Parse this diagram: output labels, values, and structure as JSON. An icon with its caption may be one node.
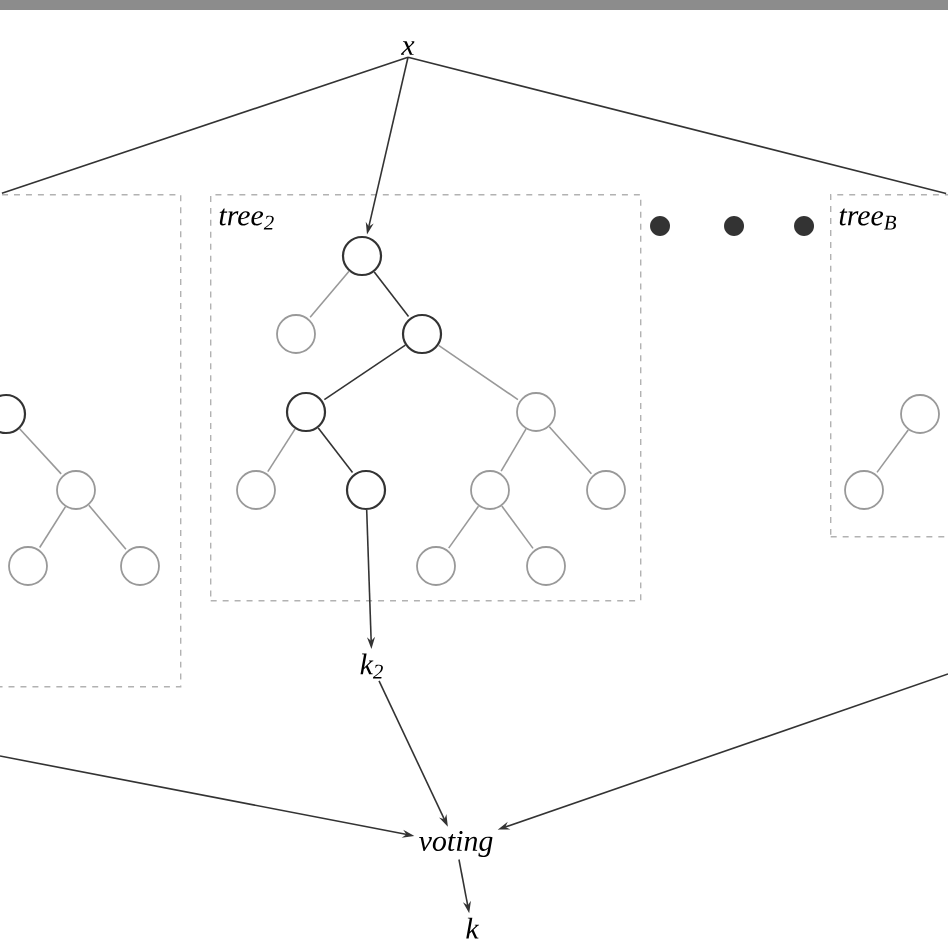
{
  "diagram": {
    "nodes": [
      {
        "text": [
          "x"
        ]
      },
      {
        "text": [],
        "shape": "box"
      },
      {
        "text": [],
        "shape": "circle",
        "in": 1
      },
      {
        "text": [],
        "shape": "circle",
        "in": 1
      },
      {
        "text": [],
        "shape": "circle",
        "in": 1
      },
      {
        "text": [],
        "shape": "circle",
        "in": 1
      },
      {
        "text": [
          "tree$_{2}$"
        ]
      },
      {
        "text": [],
        "shape": "circle",
        "in": 6
      },
      {
        "text": [],
        "shape": "circle",
        "in": 6
      },
      {
        "text": [],
        "shape": "circle",
        "in": 6
      },
      {
        "text": [],
        "shape": "circle",
        "in": 6
      },
      {
        "text": [],
        "shape": "circle",
        "in": 6
      },
      {
        "text": [],
        "shape": "circle",
        "in": 6
      },
      {
        "text": [],
        "shape": "circle",
        "in": 6
      },
      {
        "text": [],
        "shape": "circle",
        "in": 6
      },
      {
        "text": [],
        "shape": "circle",
        "in": 6
      },
      {
        "text": [],
        "shape": "circle",
        "in": 6
      },
      {
        "text": [],
        "shape": "circle",
        "in": 6
      },
      {
        "text": [
          "tree$_{B}$"
        ]
      },
      {
        "text": [],
        "shape": "circle",
        "in": 18
      },
      {
        "text": [],
        "shape": "circle",
        "in": 18
      },
      {
        "text": [
          "k$_{2}$"
        ]
      },
      {
        "text": [
          "voting"
        ]
      },
      {
        "text": [
          "k"
        ]
      }
    ],
    "edges": [
      {
        "from": 0,
        "to": 1,
        "arrow": "none",
        "color": "#333333"
      },
      {
        "from": 0,
        "to": 18,
        "arrow": "none",
        "color": "#333333"
      },
      {
        "from": 0,
        "to": 7,
        "arrow": "to",
        "color": "#333333"
      },
      {
        "from": 2,
        "to": 3,
        "arrow": "none",
        "color": "#999999"
      },
      {
        "from": 3,
        "to": 4,
        "arrow": "none",
        "color": "#999999"
      },
      {
        "from": 3,
        "to": 5,
        "arrow": "none",
        "color": "#999999"
      },
      {
        "from": 7,
        "to": 8,
        "arrow": "none",
        "color": "#999999"
      },
      {
        "from": 7,
        "to": 9,
        "arrow": "none",
        "color": "#333333"
      },
      {
        "from": 9,
        "to": 10,
        "arrow": "none",
        "color": "#333333"
      },
      {
        "from": 9,
        "to": 11,
        "arrow": "none",
        "color": "#999999"
      },
      {
        "from": 10,
        "to": 12,
        "arrow": "none",
        "color": "#999999"
      },
      {
        "from": 10,
        "to": 13,
        "arrow": "none",
        "color": "#333333"
      },
      {
        "from": 11,
        "to": 14,
        "arrow": "none",
        "color": "#999999"
      },
      {
        "from": 11,
        "to": 15,
        "arrow": "none",
        "color": "#999999"
      },
      {
        "from": 14,
        "to": 16,
        "arrow": "none",
        "color": "#999999"
      },
      {
        "from": 14,
        "to": 17,
        "arrow": "none",
        "color": "#999999"
      },
      {
        "from": 19,
        "to": 20,
        "arrow": "none",
        "color": "#999999"
      },
      {
        "from": 13,
        "to": 21,
        "arrow": "to",
        "color": "#333333"
      },
      {
        "from": 21,
        "to": 22,
        "arrow": "to",
        "color": "#333333"
      },
      {
        "from": null,
        "to": 22,
        "arrow": "to",
        "color": "#333333"
      },
      {
        "from": null,
        "to": 22,
        "arrow": "to",
        "color": "#333333"
      },
      {
        "from": 22,
        "to": 23,
        "arrow": "to",
        "color": "#333333"
      }
    ]
  }
}
